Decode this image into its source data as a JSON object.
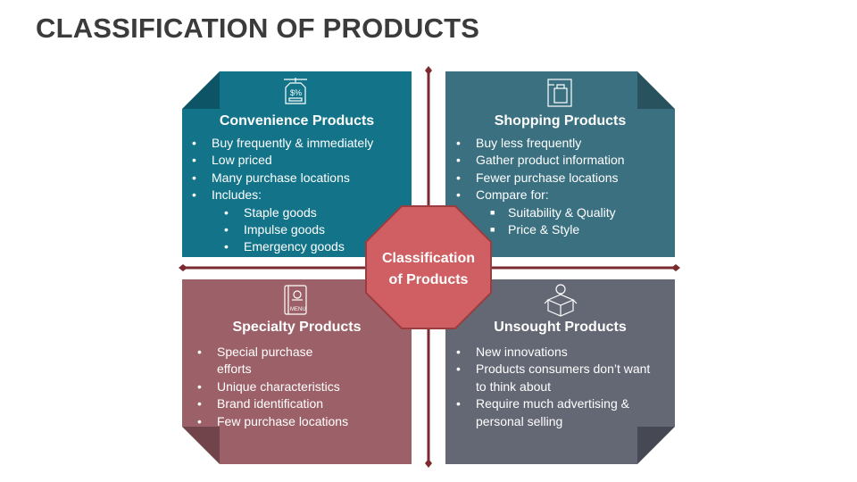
{
  "title": "CLASSIFICATION OF PRODUCTS",
  "center": {
    "line1": "Classification",
    "line2": "of Products"
  },
  "colors": {
    "convenience": "#137489",
    "shopping": "#3a7080",
    "specialty": "#9c6168",
    "unsought": "#646774",
    "center": "#cf5f62",
    "axis": "#7b2a2f"
  },
  "quadrants": {
    "convenience": {
      "icon": "price-tag-icon",
      "heading": "Convenience Products",
      "items": [
        "Buy frequently & immediately",
        "Low priced",
        "Many purchase locations",
        "Includes:"
      ],
      "subitems": [
        "Staple goods",
        "Impulse goods",
        "Emergency goods"
      ]
    },
    "shopping": {
      "icon": "shopping-bag-icon",
      "heading": "Shopping Products",
      "items": [
        "Buy less frequently",
        "Gather product information",
        "Fewer purchase locations",
        "Compare for:"
      ],
      "subitems": [
        "Suitability & Quality",
        "Price & Style"
      ]
    },
    "specialty": {
      "icon": "menu-book-icon",
      "heading": "Specialty Products",
      "items": [
        "Special purchase",
        "efforts",
        "Unique characteristics",
        "Brand identification",
        "Few purchase locations"
      ]
    },
    "unsought": {
      "icon": "box-lightbulb-icon",
      "heading": "Unsought Products",
      "items": [
        "New innovations",
        "Products consumers don’t want",
        "to think about",
        "Require much advertising &",
        "personal selling"
      ]
    }
  }
}
